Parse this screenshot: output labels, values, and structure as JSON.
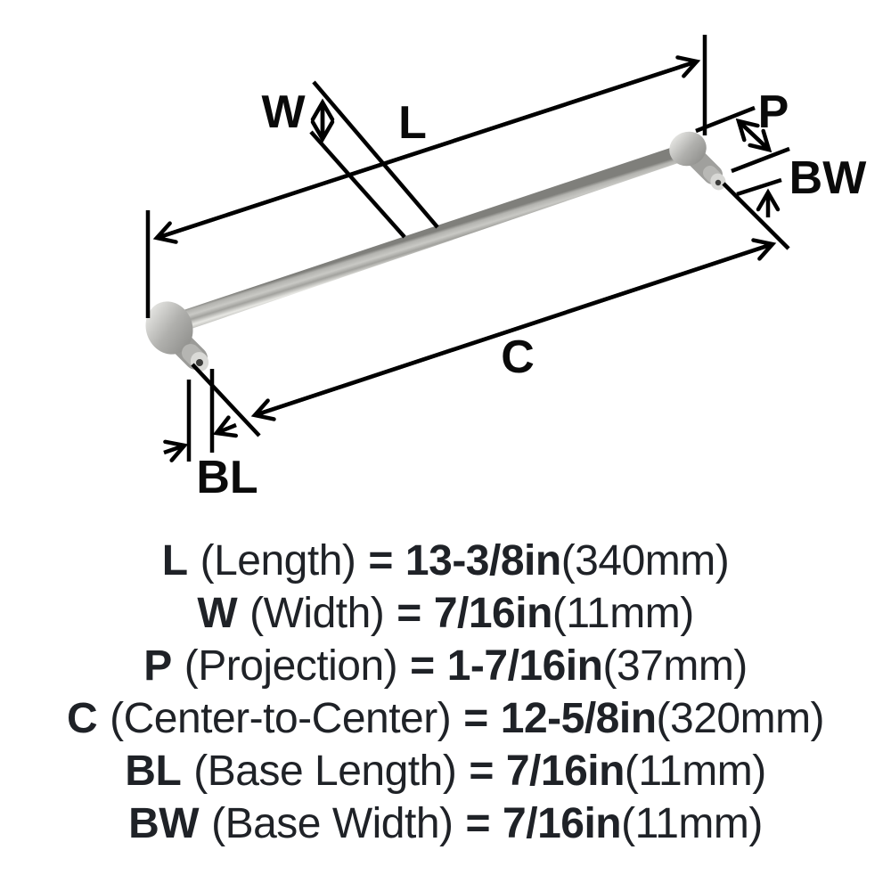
{
  "diagram": {
    "labels": {
      "l": "L",
      "w": "W",
      "p": "P",
      "bw": "BW",
      "c": "C",
      "bl": "BL"
    },
    "line_color": "#000000",
    "handle_colors": {
      "bar_highlight": "#e8e8e4",
      "bar_mid": "#c9c9c5",
      "bar_shadow": "#7f7f7b",
      "foot_light": "#e8e8e5",
      "foot_dark": "#8c8c89",
      "screw_hole": "#3c3c3a"
    }
  },
  "specs": [
    {
      "code": "L",
      "label": "(Length)",
      "equals": "=",
      "value": "13-3/8in",
      "metric": "(340mm)"
    },
    {
      "code": "W",
      "label": "(Width)",
      "equals": "=",
      "value": "7/16in",
      "metric": "(11mm)"
    },
    {
      "code": "P",
      "label": "(Projection)",
      "equals": "=",
      "value": "1-7/16in",
      "metric": "(37mm)"
    },
    {
      "code": "C",
      "label": "(Center-to-Center)",
      "equals": "=",
      "value": "12-5/8in",
      "metric": "(320mm)"
    },
    {
      "code": "BL",
      "label": "(Base Length)",
      "equals": "=",
      "value": "7/16in",
      "metric": "(11mm)"
    },
    {
      "code": "BW",
      "label": "(Base Width)",
      "equals": "=",
      "value": "7/16in",
      "metric": "(11mm)"
    }
  ]
}
